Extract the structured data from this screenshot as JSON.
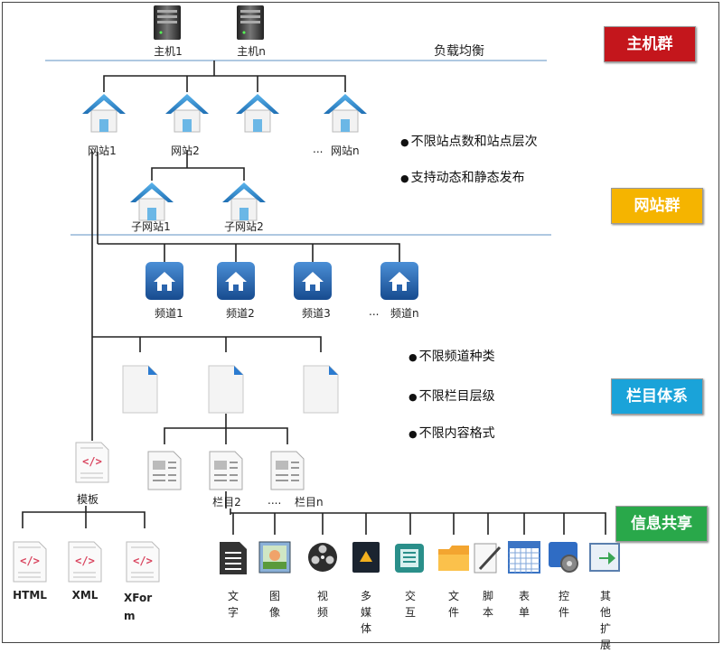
{
  "hosts": {
    "items": [
      "主机1",
      "主机n"
    ],
    "balance": "负载均衡"
  },
  "sites": {
    "items": [
      "网站1",
      "网站2",
      "...",
      "网站n"
    ],
    "subsites": [
      "子网站1",
      "子网站2"
    ]
  },
  "channels": {
    "items": [
      "频道1",
      "频道2",
      "频道3",
      "频道n"
    ],
    "ellipsis": "..."
  },
  "columns": {
    "items": [
      "栏目2",
      "栏目n"
    ],
    "ellipsis": "...."
  },
  "template": {
    "label": "模板",
    "formats": [
      "HTML",
      "XML",
      "XFor m"
    ]
  },
  "content_types": [
    "文字",
    "图像",
    "视频",
    "多媒体",
    "交互",
    "文件",
    "脚本",
    "表单",
    "控件",
    "其他扩展"
  ],
  "side_labels": [
    {
      "text": "主机群",
      "color": "#c4161c"
    },
    {
      "text": "网站群",
      "color": "#f5b400"
    },
    {
      "text": "栏目体系",
      "color": "#1aa3d9"
    },
    {
      "text": "信息共享",
      "color": "#29a84a"
    }
  ],
  "bullets": {
    "site": [
      "不限站点数和站点层次",
      "支持动态和静态发布"
    ],
    "column": [
      "不限频道种类",
      "不限栏目层级",
      "不限内容格式"
    ]
  }
}
